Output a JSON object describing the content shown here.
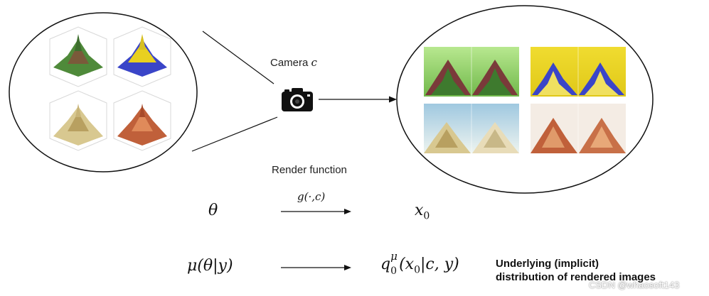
{
  "camera_label": "Camera",
  "camera_var": "c",
  "render_label": "Render function",
  "render_fn": "g(·,c)",
  "theta": "θ",
  "x0": "x",
  "x0_sub": "0",
  "mu_expr": "μ(θ|y)",
  "q_base": "q",
  "q_sub": "0",
  "q_sup": "μ",
  "q_args": "(x",
  "q_args_sub": "0",
  "q_args_rest": "|c, y)",
  "caption_line1": "Underlying (implicit)",
  "caption_line2": "distribution of rendered images",
  "watermark": "CSDN @whaosoft143",
  "colors": {
    "green_castle": "#4f8a3a",
    "blue_castle": "#3a45c8",
    "yellow_castle": "#e2d06a",
    "sand_castle": "#d8c890",
    "terracotta_castle": "#c0603a",
    "yellow_bg": "#e8d020",
    "green_bg": "#8ed060"
  }
}
